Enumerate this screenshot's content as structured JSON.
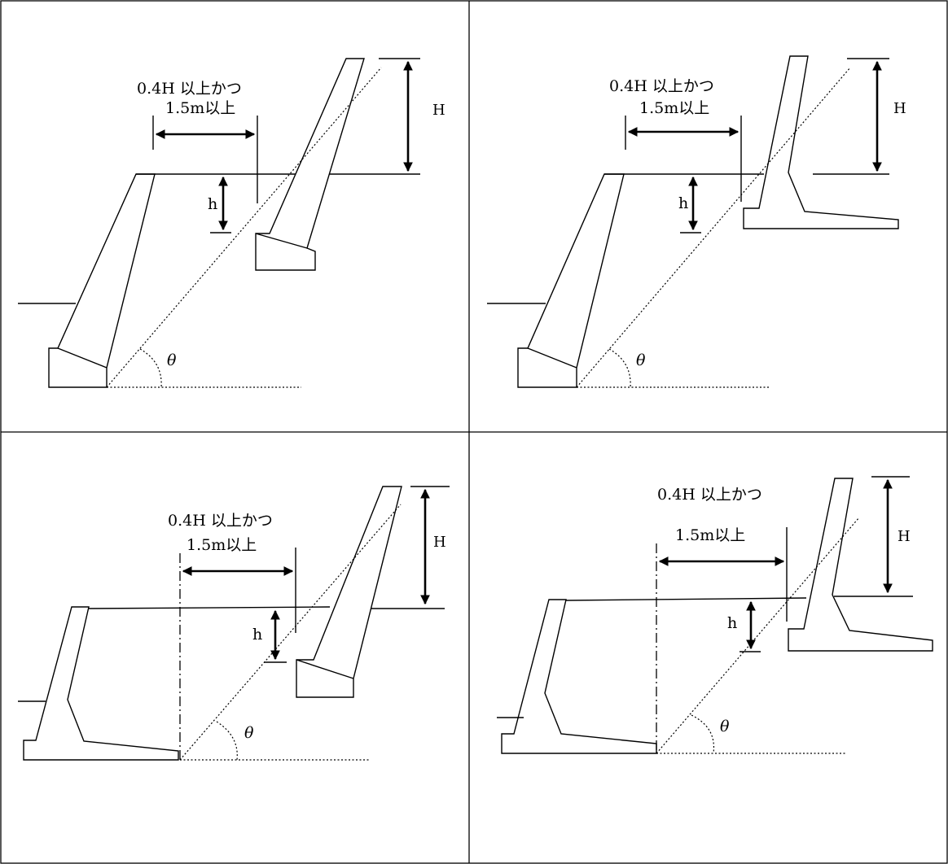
{
  "panels": [
    {
      "id": "top-left",
      "condition_line1": "0.4H 以上かつ",
      "condition_line2": "1.5m以上",
      "height_label": "H",
      "depth_label": "h",
      "angle_label": "θ"
    },
    {
      "id": "top-right",
      "condition_line1": "0.4H 以上かつ",
      "condition_line2": "1.5m以上",
      "height_label": "H",
      "depth_label": "h",
      "angle_label": "θ"
    },
    {
      "id": "bottom-left",
      "condition_line1": "0.4H 以上かつ",
      "condition_line2": "1.5m以上",
      "height_label": "H",
      "depth_label": "h",
      "angle_label": "θ"
    },
    {
      "id": "bottom-right",
      "condition_line1": "0.4H 以上かつ",
      "condition_line2": "1.5m以上",
      "height_label": "H",
      "depth_label": "h",
      "angle_label": "θ"
    }
  ]
}
